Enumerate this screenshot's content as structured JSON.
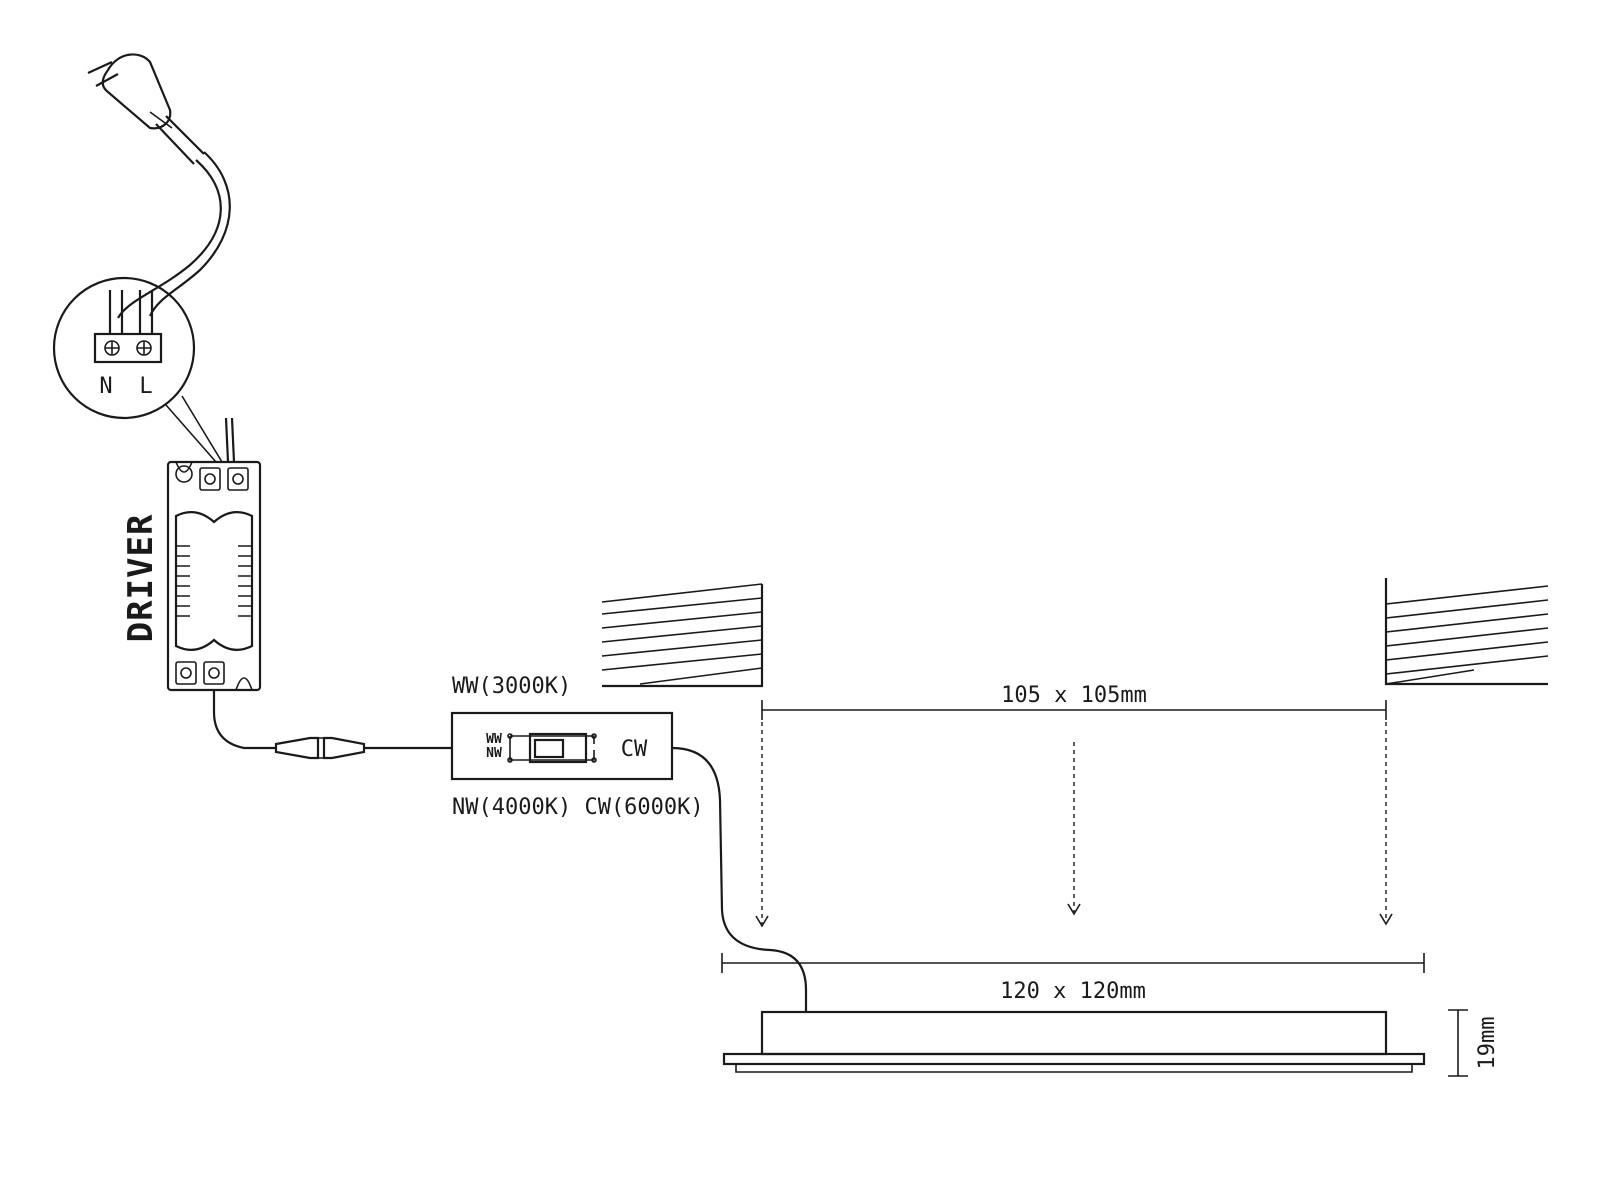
{
  "labels": {
    "terminal_n": "N",
    "terminal_l": "L",
    "driver": "DRIVER",
    "ww_3000k": "WW(3000K)",
    "nw_cw": "NW(4000K) CW(6000K)",
    "switch_ww": "WW",
    "switch_nw": "NW",
    "switch_cw": "CW",
    "cutout_dimension": "105 x 105mm",
    "panel_dimension": "120 x 120mm",
    "panel_height": "19mm"
  },
  "colors": {
    "line": "#1a1a1a",
    "background": "#ffffff"
  },
  "icons": [
    "plug-icon",
    "terminal-block-icon",
    "driver-icon",
    "color-switch-icon",
    "ceiling-icon",
    "led-panel-icon"
  ]
}
